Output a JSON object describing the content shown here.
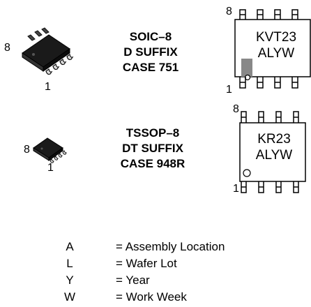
{
  "soic": {
    "pin_first": "1",
    "pin_last": "8",
    "lines": [
      "SOIC–8",
      "D SUFFIX",
      "CASE 751"
    ],
    "marking": [
      "KVT23",
      "ALYW"
    ],
    "marking_pin_first": "1",
    "marking_pin_last": "8"
  },
  "tssop": {
    "pin_first": "1",
    "pin_last": "8",
    "lines": [
      "TSSOP–8",
      "DT SUFFIX",
      "CASE 948R"
    ],
    "marking": [
      "KR23",
      "ALYW"
    ],
    "marking_pin_first": "1",
    "marking_pin_last": "8"
  },
  "legend": [
    {
      "letter": "A",
      "definition": "= Assembly Location"
    },
    {
      "letter": "L",
      "definition": "= Wafer Lot"
    },
    {
      "letter": "Y",
      "definition": "= Year"
    },
    {
      "letter": "W",
      "definition": "= Work Week"
    }
  ],
  "icons": [
    "soic-package-icon",
    "tssop-package-icon",
    "soic-marking-diagram",
    "tssop-marking-diagram"
  ]
}
